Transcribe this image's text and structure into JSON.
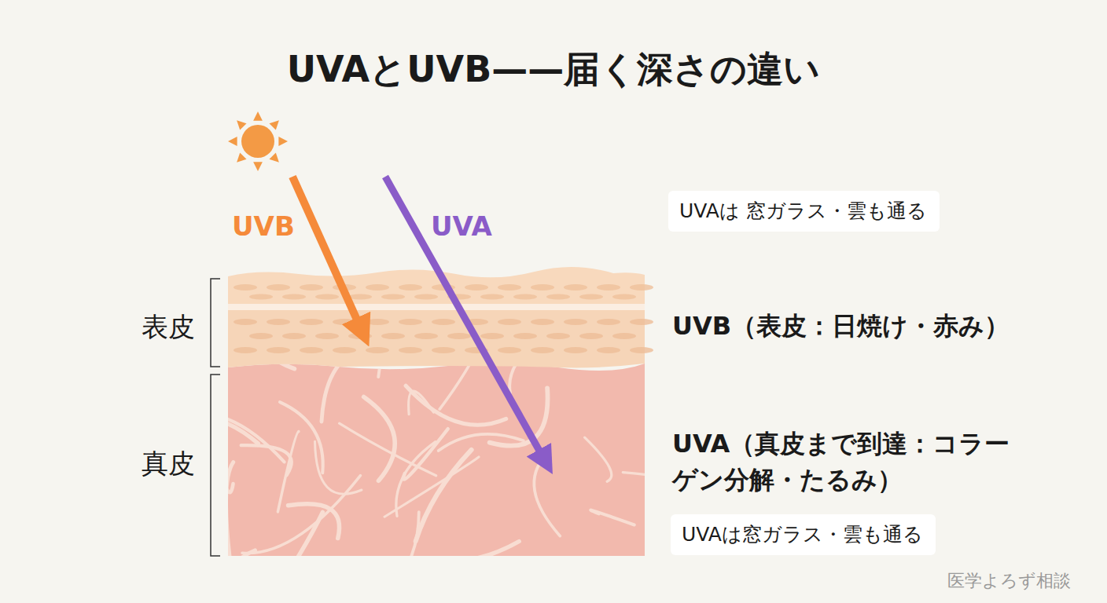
{
  "diagram": {
    "title": "UVAとUVB——届く深さの違い",
    "nodes": [
      {
        "text": [
          "UVAは 窓ガラス・雲も通る"
        ]
      },
      {
        "text": [
          "UVAは窓ガラス・雲も通る"
        ]
      }
    ],
    "labels": [
      "UVB",
      "UVA",
      "表皮",
      "真皮",
      "UVB（表皮：日焼け・赤み）",
      "UVA（真皮まで到達：コラーゲン分解・たるみ）",
      "医学よろず相談"
    ]
  }
}
